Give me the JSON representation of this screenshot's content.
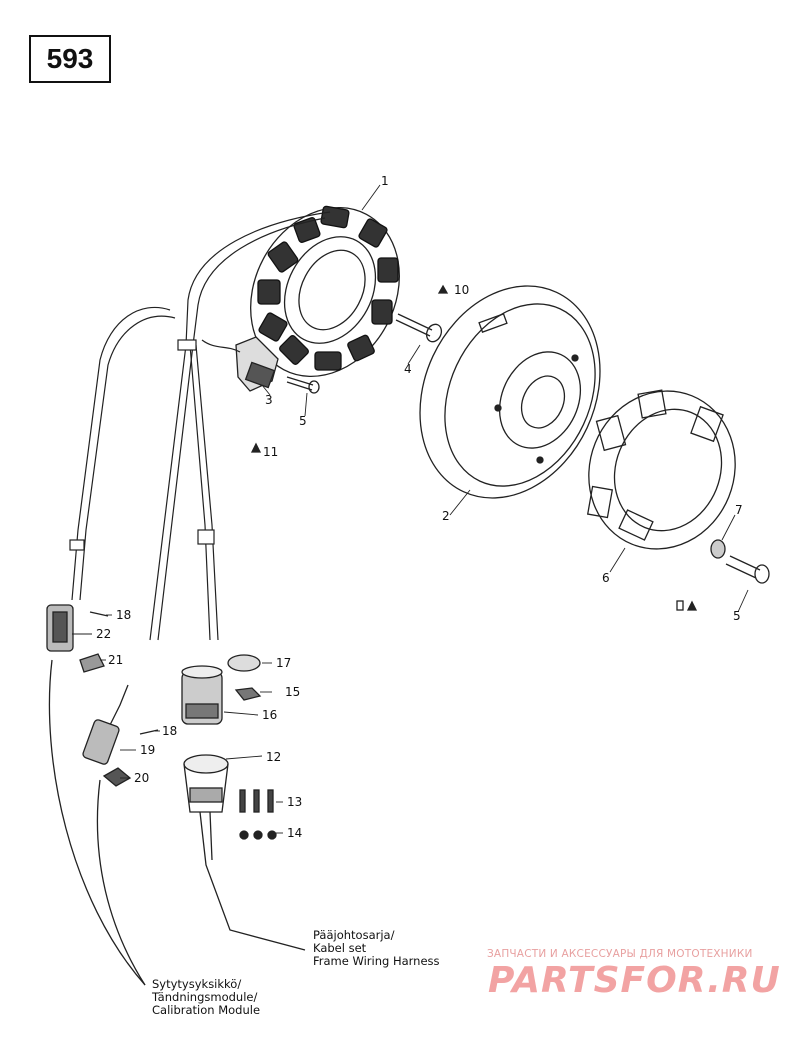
{
  "page_number": "593",
  "callouts": {
    "c1": "1",
    "c2": "2",
    "c3": "3",
    "c4": "4",
    "c5": "5",
    "c5b": "5",
    "c6": "6",
    "c7": "7",
    "c10": "10",
    "c11": "11",
    "c12": "12",
    "c13": "13",
    "c14": "14",
    "c15": "15",
    "c16": "16",
    "c17": "17",
    "c18a": "18",
    "c18b": "18",
    "c19": "19",
    "c20": "20",
    "c21": "21",
    "c22": "22"
  },
  "notes": {
    "frame_harness": [
      "Pääjohtosarja/",
      "Kabel set",
      "Frame Wiring Harness"
    ],
    "calibration": [
      "Sytytysyksikkö/",
      "Tändningsmodule/",
      "Calibration Module"
    ]
  },
  "watermark": {
    "tagline": "ЗАПЧАСТИ И АКСЕССУАРЫ ДЛЯ МОТОТЕХНИКИ",
    "brand": "PARTSFOR.RU"
  }
}
